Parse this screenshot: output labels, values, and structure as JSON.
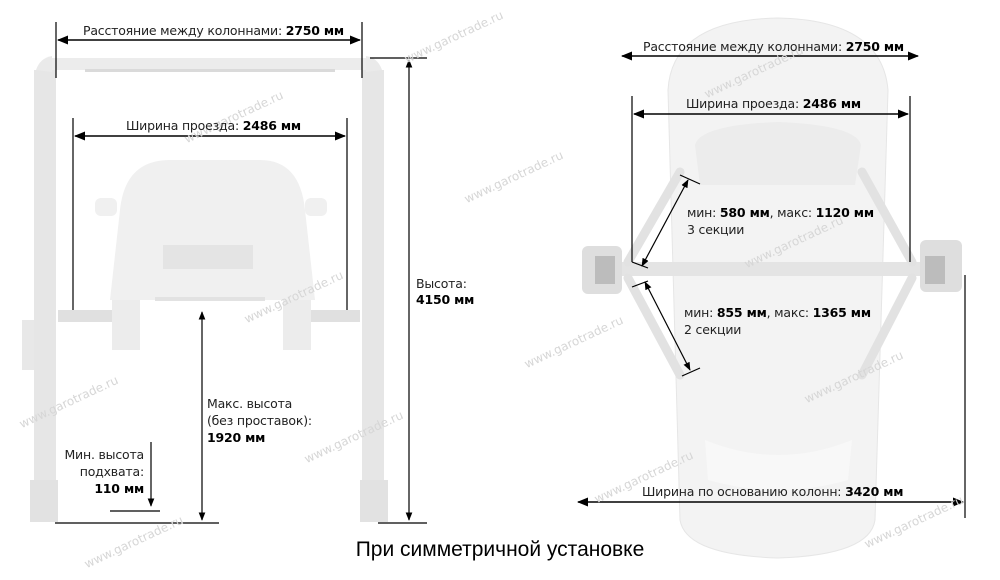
{
  "caption": "При симметричной установке",
  "watermark": "www.garotrade.ru",
  "front_view": {
    "column_distance": {
      "label": "Расстояние между колоннами: ",
      "value": "2750 мм"
    },
    "drive_width": {
      "label": "Ширина проезда: ",
      "value": "2486 мм"
    },
    "height": {
      "label": "Высота:",
      "value": "4150 мм"
    },
    "max_height": {
      "line1": "Макс. высота",
      "line2": "(без проставок):",
      "value": "1920 мм"
    },
    "min_height": {
      "line1": "Мин. высота",
      "line2": "подхвата:",
      "value": "110 мм"
    }
  },
  "top_view": {
    "column_distance": {
      "label": "Расстояние между колоннами: ",
      "value": "2750 мм"
    },
    "drive_width": {
      "label": "Ширина проезда: ",
      "value": "2486 мм"
    },
    "arm_3sec": {
      "min_label": "мин: ",
      "min_value": "580 мм",
      "sep": ", макс: ",
      "max_value": "1120 мм",
      "sections": "3 секции"
    },
    "arm_2sec": {
      "min_label": "мин: ",
      "min_value": "855 мм",
      "sep": ", макс: ",
      "max_value": "1365 мм",
      "sections": "2 секции"
    },
    "base_width": {
      "label": "Ширина по основанию колонн: ",
      "value": "3420 мм"
    }
  },
  "colors": {
    "line": "#000000",
    "equipment": "#e4e4e4",
    "equipment_dark": "#cfcfcf",
    "watermark": "#d6d6d6"
  }
}
